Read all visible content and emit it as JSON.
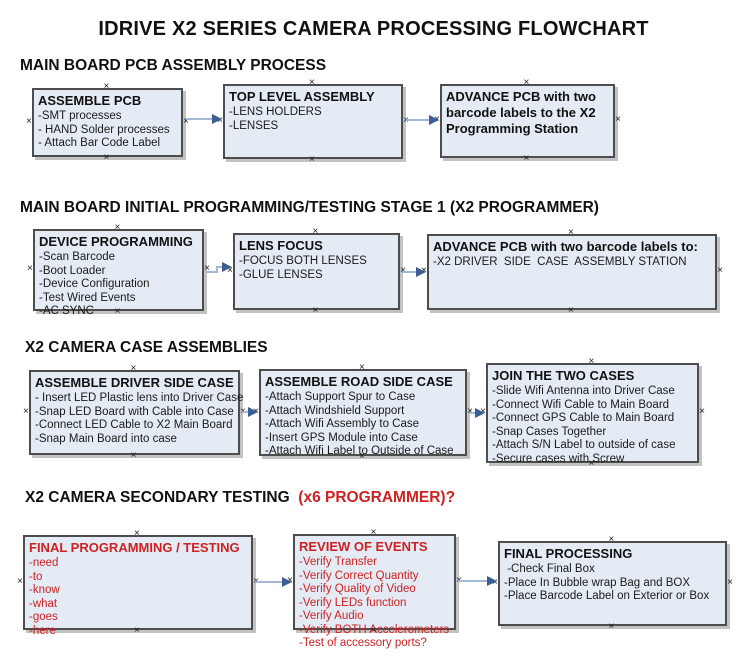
{
  "title": "IDRIVE X2  SERIES CAMERA PROCESSING FLOWCHART",
  "colors": {
    "box_fill": "#e4ebf5",
    "box_border": "#4d4d4d",
    "red_text": "#cc2222",
    "arrow_line": "#a3b8d6",
    "arrow_head": "#3c5f92"
  },
  "sections": [
    {
      "heading": "MAIN BOARD PCB ASSEMBLY PROCESS",
      "boxes": [
        {
          "title": "ASSEMBLE PCB",
          "items": [
            "-SMT processes",
            "- HAND Solder processes",
            "- Attach Bar Code Label"
          ]
        },
        {
          "title": "TOP LEVEL ASSEMBLY",
          "items": [
            "-LENS HOLDERS",
            "-LENSES"
          ]
        },
        {
          "title": "ADVANCE PCB with two barcode labels to the  X2 Programming Station",
          "items": []
        }
      ]
    },
    {
      "heading": "MAIN BOARD INITIAL PROGRAMMING/TESTING STAGE 1 (X2 PROGRAMMER)",
      "boxes": [
        {
          "title": "DEVICE PROGRAMMING",
          "items": [
            "-Scan Barcode",
            "-Boot Loader",
            "-Device Configuration",
            "-Test Wired Events",
            "-AC SYNC"
          ]
        },
        {
          "title": "LENS FOCUS",
          "items": [
            "-FOCUS BOTH LENSES",
            "-GLUE LENSES"
          ]
        },
        {
          "title": "ADVANCE PCB with two barcode labels to:",
          "items": [
            "-X2 DRIVER  SIDE  CASE  ASSEMBLY STATION"
          ]
        }
      ]
    },
    {
      "heading": "X2 CAMERA CASE ASSEMBLIES",
      "boxes": [
        {
          "title": "ASSEMBLE DRIVER SIDE CASE",
          "items": [
            "- Insert LED Plastic lens into Driver Case",
            "-Snap LED Board with Cable into Case",
            "-Connect LED Cable to X2 Main Board",
            "-Snap Main Board into case"
          ]
        },
        {
          "title": "ASSEMBLE ROAD SIDE CASE",
          "items": [
            "-Attach Support Spur to Case",
            "-Attach Windshield Support",
            "-Attach Wifi Assembly to Case",
            "-Insert GPS Module into Case",
            "-Attach Wifi Label to Outside of Case"
          ]
        },
        {
          "title": "JOIN THE TWO CASES",
          "items": [
            "-Slide Wifi Antenna into Driver Case",
            "-Connect Wifi Cable to Main Board",
            "-Connect GPS Cable to Main Board",
            "-Snap Cases Together",
            "-Attach S/N Label to outside of case",
            "-Secure cases with Screw"
          ]
        }
      ]
    },
    {
      "heading": "X2 CAMERA SECONDARY TESTING ",
      "heading_red": " (x6 PROGRAMMER)?",
      "boxes": [
        {
          "title": "FINAL PROGRAMMING / TESTING",
          "items": [
            "-need",
            "-to",
            "-know",
            "-what",
            "-goes",
            "-here"
          ]
        },
        {
          "title": "REVIEW OF EVENTS",
          "items": [
            "-Verify Transfer",
            "-Verify Correct Quantity",
            "-Verify Quality of Video",
            "-Verify LEDs function",
            "-Verify Audio",
            "-Verify BOTH Accelerometers",
            "-Test of accessory ports?"
          ]
        },
        {
          "title": "FINAL PROCESSING",
          "items": [
            " -Check Final Box",
            "-Place In Bubble wrap Bag and BOX",
            "-Place Barcode Label on Exterior or Box"
          ]
        }
      ]
    }
  ]
}
